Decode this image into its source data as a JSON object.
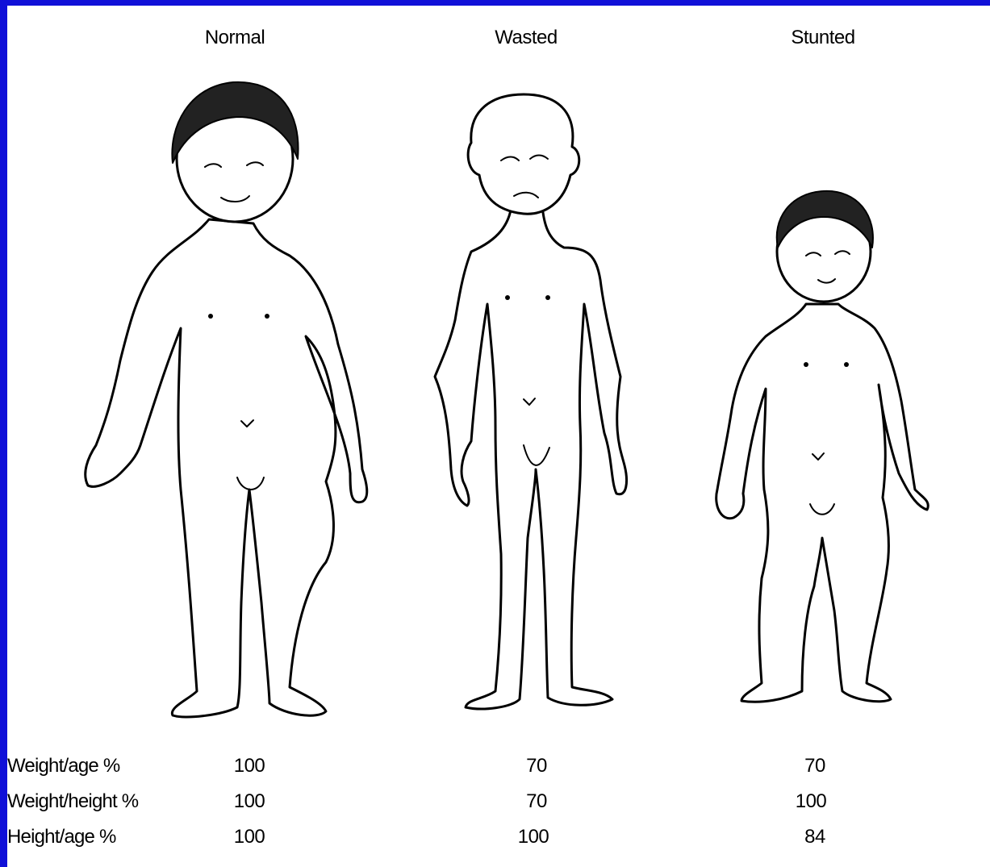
{
  "columns": [
    "Normal",
    "Wasted",
    "Stunted"
  ],
  "rows": [
    {
      "label": "Weight/age %",
      "values": [
        "100",
        "70",
        "70"
      ]
    },
    {
      "label": "Weight/height %",
      "values": [
        "100",
        "70",
        "100"
      ]
    },
    {
      "label": "Height/age %",
      "values": [
        "100",
        "100",
        "84"
      ]
    }
  ],
  "colors": {
    "slide_border": "#1010d8",
    "background": "#ffffff",
    "ink": "#000000"
  }
}
